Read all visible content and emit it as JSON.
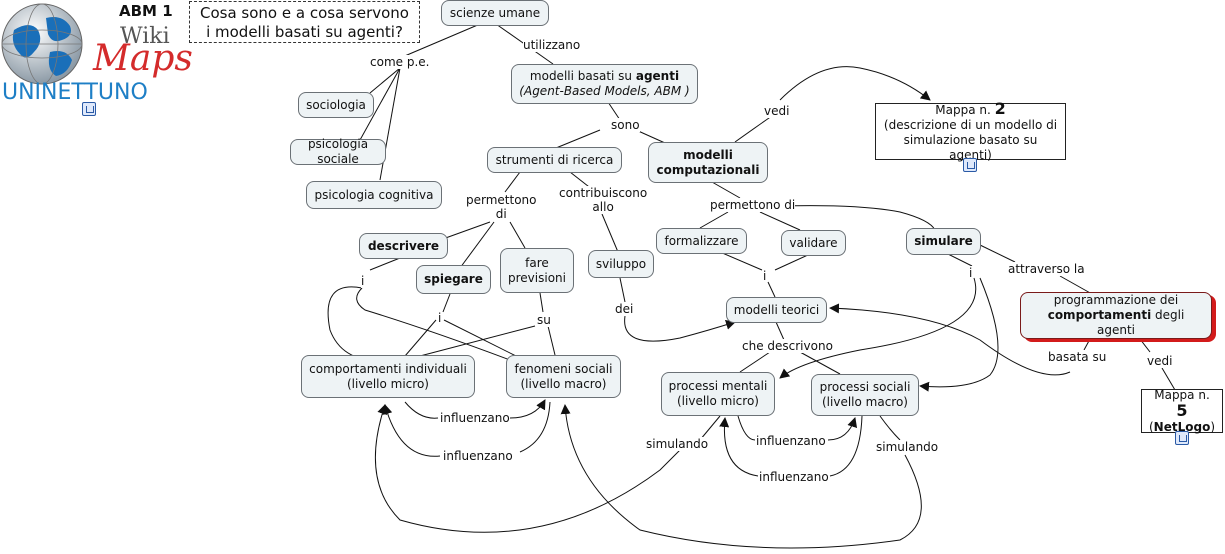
{
  "header": {
    "code": "ABM 1",
    "question_line1": "Cosa sono e a cosa servono",
    "question_line2": "i modelli basati su agenti?",
    "logo_wiki": "Wiki",
    "logo_maps": "Maps",
    "logo_org": "UNINETTUNO"
  },
  "nodes": {
    "scienze_umane": "scienze umane",
    "modelli_agenti_a": "modelli basati su ",
    "modelli_agenti_b": "agenti",
    "modelli_agenti_c": "(Agent-Based Models, ABM )",
    "sociologia": "sociologia",
    "psicologia_sociale": "psicologia sociale",
    "psicologia_cognitiva": "psicologia cognitiva",
    "strumenti": "strumenti di ricerca",
    "modelli_comp_1": "modelli",
    "modelli_comp_2": "computazionali",
    "mappa2_a": "Mappa n. ",
    "mappa2_num": "2",
    "mappa2_b": "(descrizione di un modello di",
    "mappa2_c": "simulazione basato su agenti)",
    "descrivere": "descrivere",
    "spiegare": "spiegare",
    "fare_1": "fare",
    "fare_2": "previsioni",
    "sviluppo": "sviluppo",
    "formalizzare": "formalizzare",
    "validare": "validare",
    "simulare": "simulare",
    "modelli_teorici": "modelli teorici",
    "programmazione_1": "programmazione dei",
    "programmazione_2": "comportamenti",
    "programmazione_3": " degli agenti",
    "comp_ind_1": "comportamenti individuali",
    "comp_ind_2": "(livello micro)",
    "fen_soc_1": "fenomeni sociali",
    "fen_soc_2": "(livello macro)",
    "proc_ment_1": "processi mentali",
    "proc_ment_2": "(livello micro)",
    "proc_soc_1": "processi sociali",
    "proc_soc_2": "(livello macro)",
    "mappa5_a": "Mappa n. ",
    "mappa5_num": "5",
    "mappa5_b": "(",
    "mappa5_c": "NetLogo",
    "mappa5_d": ")"
  },
  "links": {
    "utilizzano": "utilizzano",
    "come_pe": "come p.e.",
    "sono": "sono",
    "vedi1": "vedi",
    "permettono_di_1": "permettono",
    "permettono_di_2": "di",
    "contribuiscono_1": "contribuiscono",
    "contribuiscono_2": "allo",
    "permettono_di_b": "permettono di",
    "i_1": "i",
    "i_2": "i",
    "su": "su",
    "dei": "dei",
    "i_3": "i",
    "i_4": "i",
    "attraverso": "attraverso la",
    "che_descrivono": "che descrivono",
    "basata_su": "basata su",
    "vedi2": "vedi",
    "influenzano_1": "influenzano",
    "influenzano_2": "influenzano",
    "influenzano_3": "influenzano",
    "influenzano_4": "influenzano",
    "simulando_1": "simulando",
    "simulando_2": "simulando"
  },
  "colors": {
    "node_fill": "#eef3f5",
    "node_border": "#6b7176",
    "edge": "#111111",
    "accent_red": "#d31b1b",
    "brand_blue": "#1e7fc6"
  },
  "icons": [
    "globe-logo",
    "concept-map-icon"
  ]
}
